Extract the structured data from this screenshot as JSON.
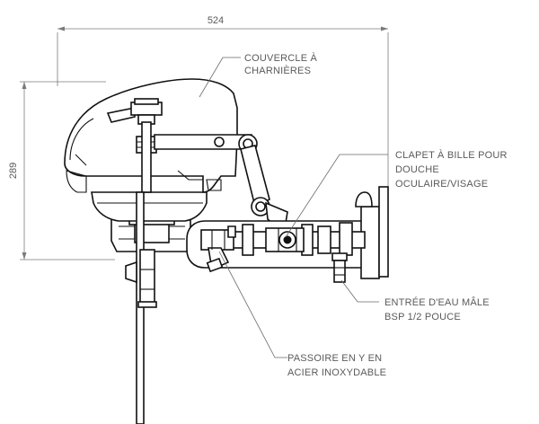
{
  "dimensions": {
    "width": "524",
    "height": "289"
  },
  "callouts": {
    "lid": [
      "COUVERCLE À",
      "CHARNIÈRES"
    ],
    "ball_valve": [
      "CLAPET À BILLE POUR",
      "DOUCHE",
      "OCULAIRE/VISAGE"
    ],
    "water_inlet": [
      "ENTRÉE D'EAU MÂLE",
      "BSP 1/2 POUCE"
    ],
    "strainer": [
      "PASSOIRE EN Y EN",
      "ACIER INOXYDABLE"
    ]
  },
  "colors": {
    "line": "#111111",
    "annotation": "#5a5a5a"
  }
}
